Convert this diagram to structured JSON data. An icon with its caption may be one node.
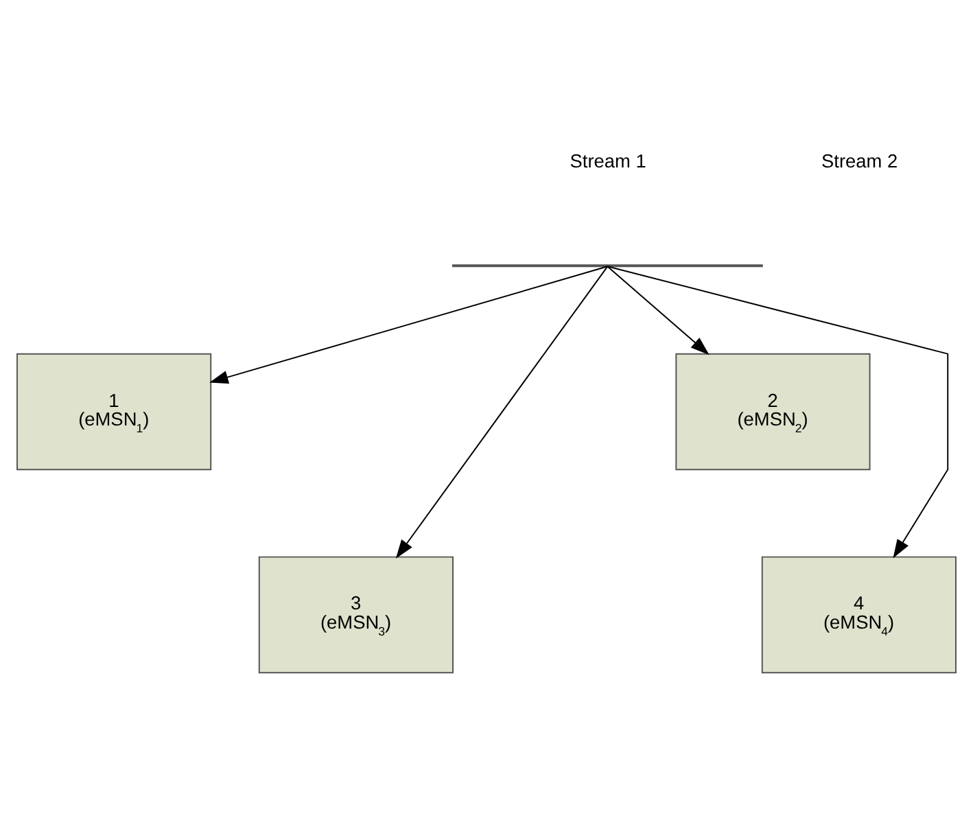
{
  "diagram": {
    "nodes": [
      {
        "text": [],
        "shape": "bar"
      },
      {
        "text": [
          "1",
          "(eMSN$_{1}$)"
        ]
      },
      {
        "text": [
          "2",
          "(eMSN$_{2}$)"
        ]
      },
      {
        "text": [
          "3",
          "(eMSN$_{3}$)"
        ]
      },
      {
        "text": [
          "4",
          "(eMSN$_{4}$)"
        ]
      }
    ],
    "edges": [
      {
        "from": 0,
        "to": 1,
        "arrow": "to"
      },
      {
        "from": 0,
        "to": 2,
        "arrow": "to"
      },
      {
        "from": 0,
        "to": 3,
        "arrow": "to"
      },
      {
        "from": 0,
        "to": 4,
        "arrow": "to"
      }
    ],
    "labels": [
      "Stream 1",
      "Stream 2"
    ]
  }
}
